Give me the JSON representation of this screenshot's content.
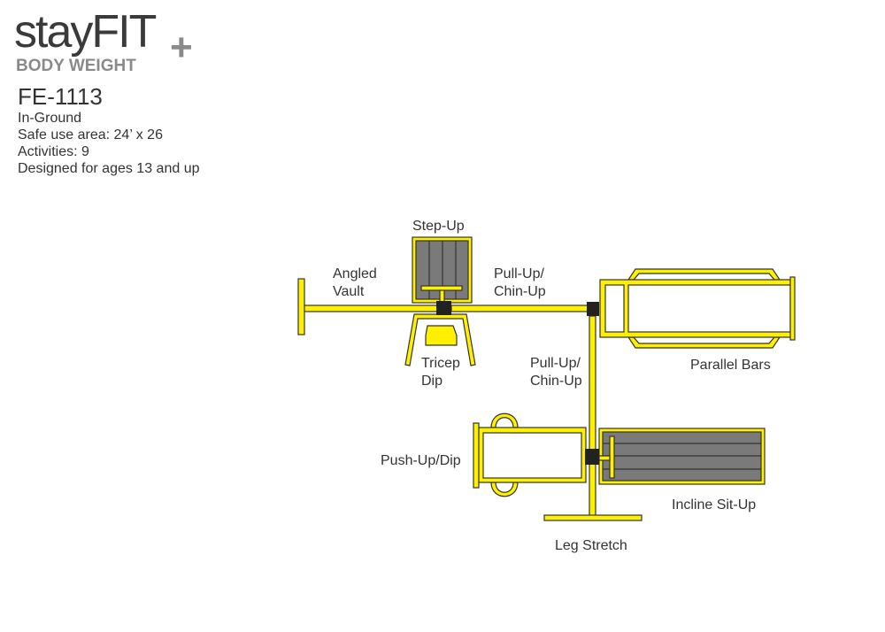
{
  "logo": {
    "brand": "stayFIT",
    "sub": "BODY WEIGHT",
    "plus": "+"
  },
  "product": {
    "model": "FE-1113",
    "install": "In-Ground",
    "safe_area": "Safe use area: 24’ x 26",
    "activities": "Activities: 9",
    "ages": "Designed for ages 13 and up"
  },
  "labels": {
    "step_up": "Step-Up",
    "angled_vault": "Angled\nVault",
    "pullup_top": "Pull-Up/\nChin-Up",
    "tricep_dip": "Tricep\nDip",
    "pullup_vertical": "Pull-Up/\nChin-Up",
    "parallel_bars": "Parallel Bars",
    "pushup_dip": "Push-Up/Dip",
    "incline_situp": "Incline Sit-Up",
    "leg_stretch": "Leg Stretch"
  },
  "colors": {
    "frame": "#FFF000",
    "outline": "#333333",
    "deck": "#7a7a7a",
    "joint": "#222222"
  }
}
